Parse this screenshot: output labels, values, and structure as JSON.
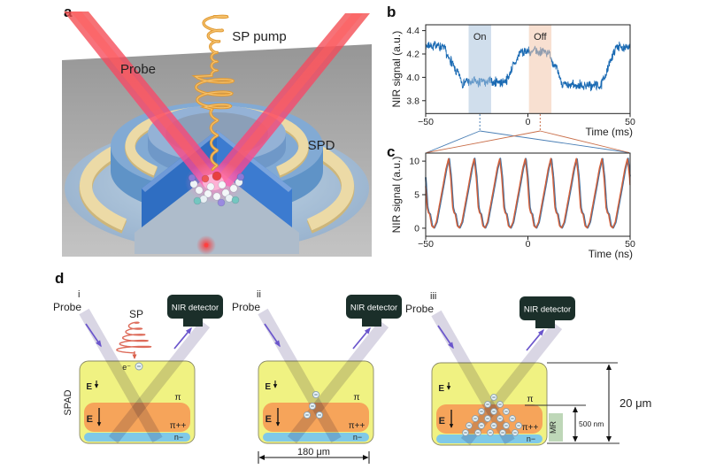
{
  "figure": {
    "panel_a": {
      "label": "a",
      "labels": {
        "probe": "Probe",
        "sp_pump": "SP pump",
        "spd": "SPD"
      }
    },
    "panel_b": {
      "label": "b"
    },
    "panel_c": {
      "label": "c"
    },
    "panel_d": {
      "label": "d",
      "numerals": [
        "i",
        "ii",
        "iii"
      ],
      "probe": "Probe",
      "sp": "SP",
      "electron": "e⁻",
      "nir_detector": "NIR detector",
      "spad": "SPAD",
      "mr": "MR",
      "e_field": "E",
      "layers": {
        "pi": "π",
        "pi_plus_plus": "π++",
        "n_minus": "n−"
      },
      "dims": {
        "device_width": "180 μm",
        "device_height": "20 μm",
        "mult_region_thickness": "500 nm"
      }
    }
  },
  "chart_data": [
    {
      "id": "b",
      "type": "line",
      "xlabel": "Time (ms)",
      "ylabel": "NIR signal (a.u.)",
      "xlim": [
        -50,
        50
      ],
      "ylim": [
        3.69,
        4.45
      ],
      "x_ticks": [
        -50,
        0,
        50
      ],
      "y_ticks": [
        3.8,
        4.0,
        4.2,
        4.4
      ],
      "y_tick_decimals": 1,
      "line_color": "#1a6ab3",
      "noise_amp": 0.034,
      "envelope": [
        [
          -50,
          4.27
        ],
        [
          -42,
          4.27
        ],
        [
          -32,
          3.96
        ],
        [
          -11,
          3.96
        ],
        [
          -3.5,
          4.22
        ],
        [
          10,
          4.22
        ],
        [
          17.5,
          3.93
        ],
        [
          36,
          3.93
        ],
        [
          43,
          4.26
        ],
        [
          50,
          4.26
        ]
      ],
      "bands": [
        {
          "label": "On",
          "t0": -29,
          "t1": -18,
          "color": "#a9c2dc",
          "line_color": "#4a7fb5"
        },
        {
          "label": "Off",
          "t0": 0.5,
          "t1": 11.5,
          "color": "#f3c7ab",
          "line_color": "#c96f4a"
        }
      ],
      "band_label_value": 4.32
    },
    {
      "id": "c",
      "type": "line",
      "xlabel": "Time (ns)",
      "ylabel": "NIR signal (a.u.)",
      "xlim": [
        -50,
        50
      ],
      "ylim": [
        -1.2,
        11.2
      ],
      "x_ticks": [
        -50,
        0,
        50
      ],
      "y_ticks": [
        0,
        5,
        10
      ],
      "y_tick_decimals": 0,
      "period_ns": 12.5,
      "first_peak_ns": -51.3,
      "pulse_shape": [
        [
          0,
          10.4
        ],
        [
          0.08,
          7.6
        ],
        [
          0.16,
          3.1
        ],
        [
          0.21,
          2.3
        ],
        [
          0.26,
          2.1
        ],
        [
          0.34,
          0.35
        ],
        [
          0.42,
          0.05
        ],
        [
          0.52,
          0.9
        ],
        [
          0.64,
          3.4
        ],
        [
          0.78,
          6.3
        ],
        [
          0.9,
          8.9
        ],
        [
          1,
          10.4
        ]
      ],
      "series": [
        {
          "name": "On",
          "color": "#44719f",
          "t_offset": 0.3,
          "width": 1.9
        },
        {
          "name": "Off",
          "color": "#d4603a",
          "t_offset": 0.0,
          "width": 1.4
        }
      ]
    }
  ]
}
